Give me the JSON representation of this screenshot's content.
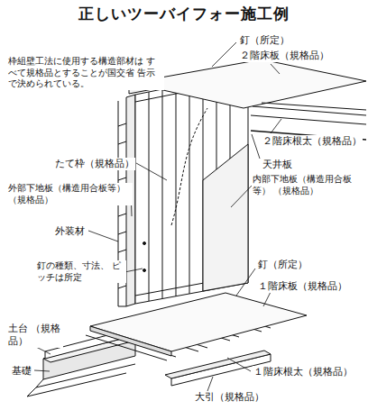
{
  "diagram": {
    "title": "正しいツーバイフォー施工例",
    "labels": [
      "枠組壁工法に使用する構造部材は すべて規格品とすることが国交省 告示で決められている。",
      "釘（所定）",
      "２階床板（規格品）",
      "２階床根太（規格品）",
      "天井板",
      "たて枠（規格品）",
      "外部下地板（構造用合板等） （規格品）",
      "内部下地板（構造用合板等） （規格品）",
      "外装材",
      "釘の種類、寸法、 ピッチは所定",
      "釘（所定）",
      "１階床板（規格品）",
      "土台 （規格品）",
      "基礎",
      "１階床根太（規格品）",
      "大引（規格品）"
    ]
  }
}
